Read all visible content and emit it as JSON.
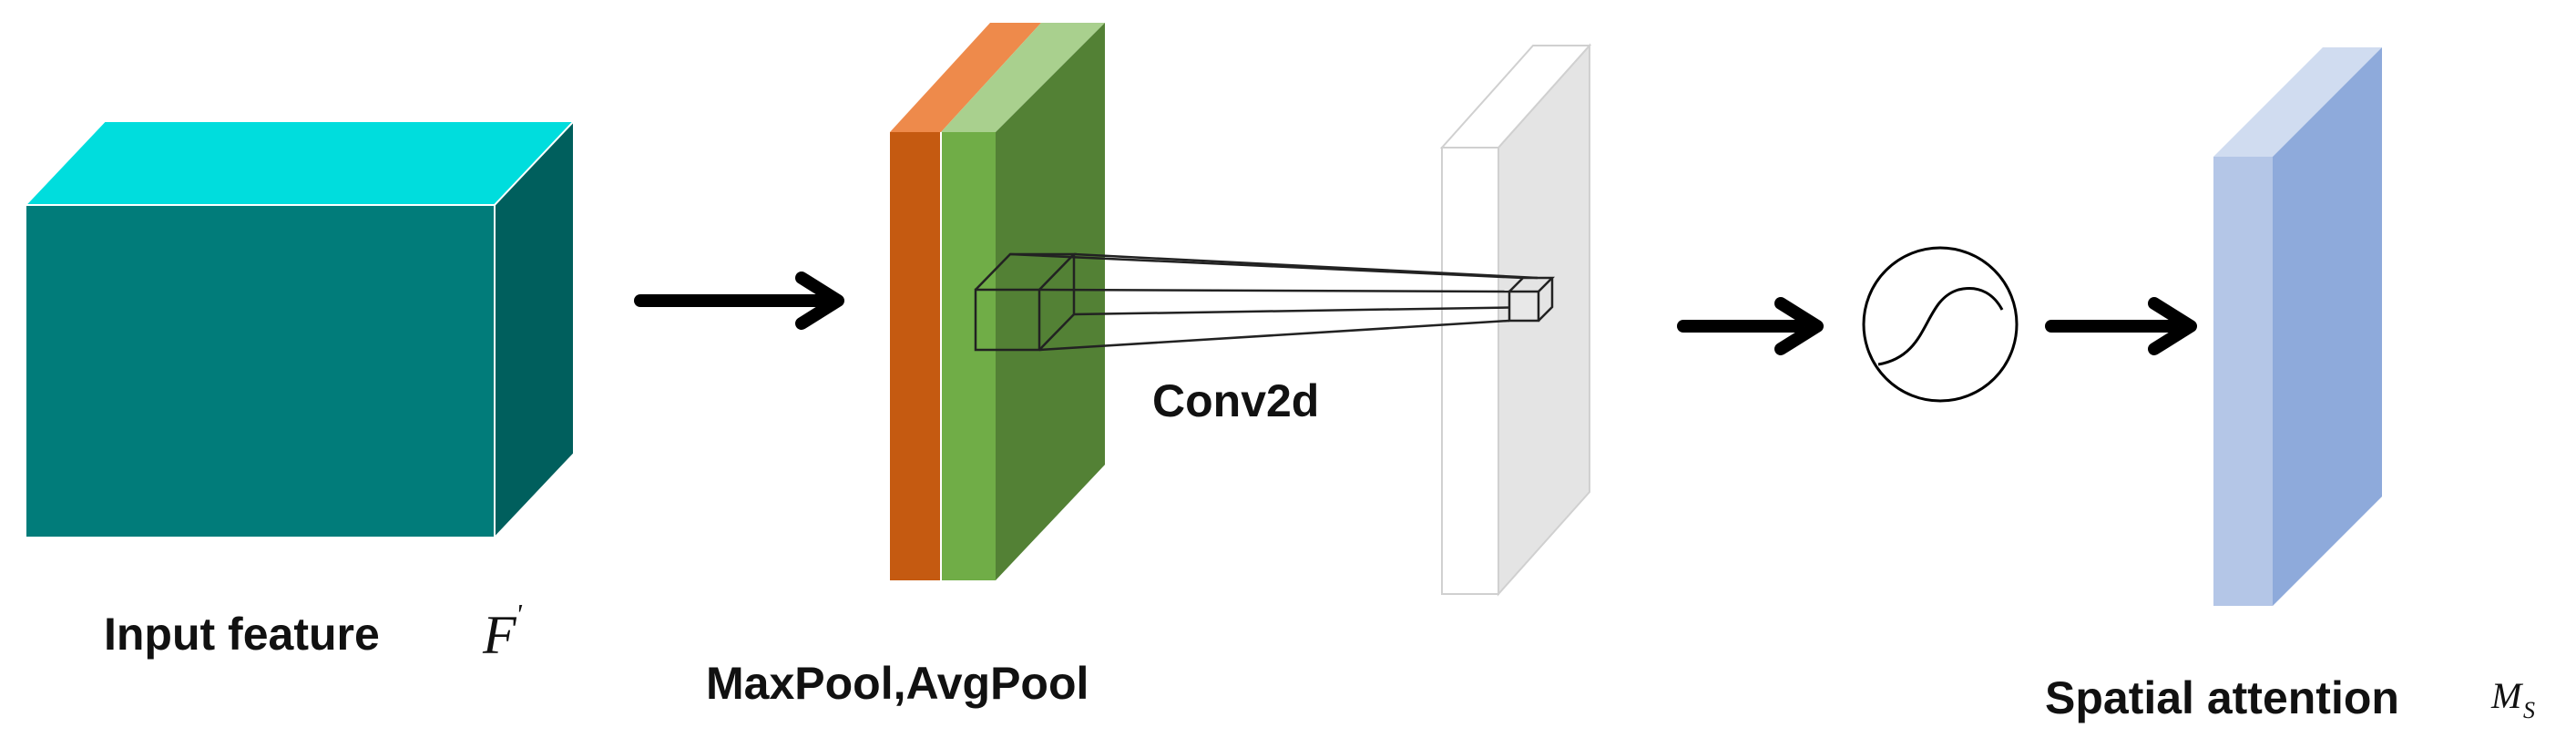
{
  "labels": {
    "input_feature": "Input feature",
    "input_symbol": "F",
    "input_prime": "'",
    "pool": "MaxPool,AvgPool",
    "conv": "Conv2d",
    "output": "Spatial attention",
    "output_symbol": "M",
    "output_subscript": "S"
  },
  "icons": {
    "sigmoid": "sigmoid-icon",
    "arrow": "arrow-right-icon"
  },
  "colors": {
    "input_front": "#017c7a",
    "input_top": "#00dddd",
    "input_side": "#005f5d",
    "maxpool_front": "#c55a11",
    "maxpool_top": "#ee8a4b",
    "avgpool_front": "#70ad47",
    "avgpool_top": "#a9d08e",
    "pool_side": "#538135",
    "conv_front": "#ffffff",
    "conv_side": "#e4e4e4",
    "attention_front": "#b4c6e7",
    "attention_top": "#d0dcf0",
    "attention_side": "#8eaadb"
  }
}
